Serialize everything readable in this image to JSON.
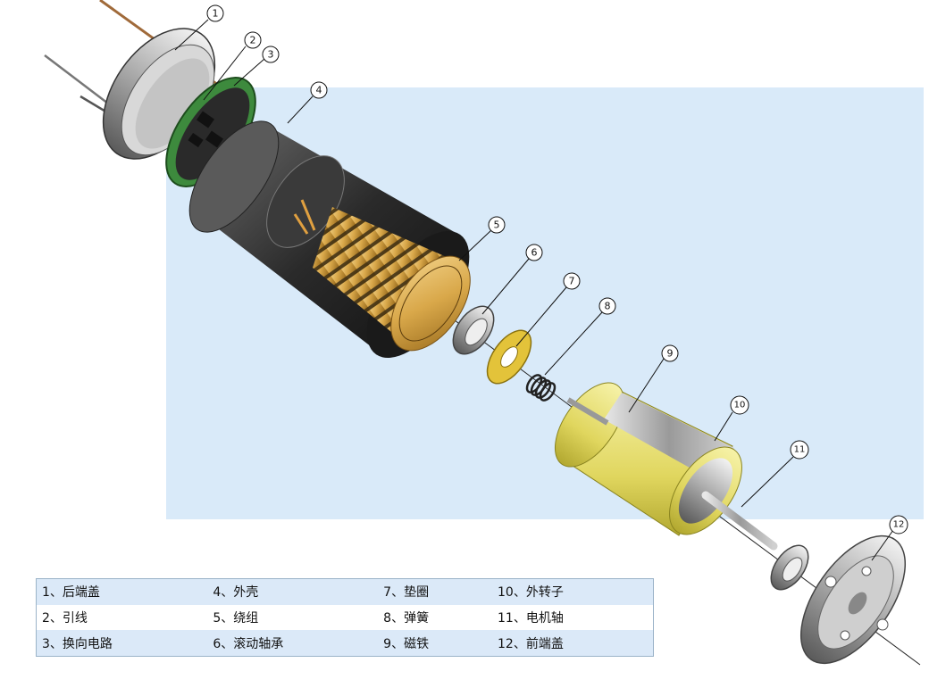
{
  "diagram": {
    "callouts": [
      "1",
      "2",
      "3",
      "4",
      "5",
      "6",
      "7",
      "8",
      "9",
      "10",
      "11",
      "12"
    ],
    "legend": [
      [
        "1、后端盖",
        "4、外壳",
        "7、垫圈",
        "10、外转子"
      ],
      [
        "2、引线",
        "5、绕组",
        "8、弹簧",
        "11、电机轴"
      ],
      [
        "3、换向电路",
        "6、滚动轴承",
        "9、磁铁",
        "12、前端盖"
      ]
    ],
    "colors": {
      "background_panel": "#d9eaf9",
      "winding": "#d9a84a",
      "magnet": "#e8e27a",
      "circuit_board": "#3d8a3d",
      "washer": "#e3c33a",
      "metal": "#b8b8b8"
    }
  }
}
